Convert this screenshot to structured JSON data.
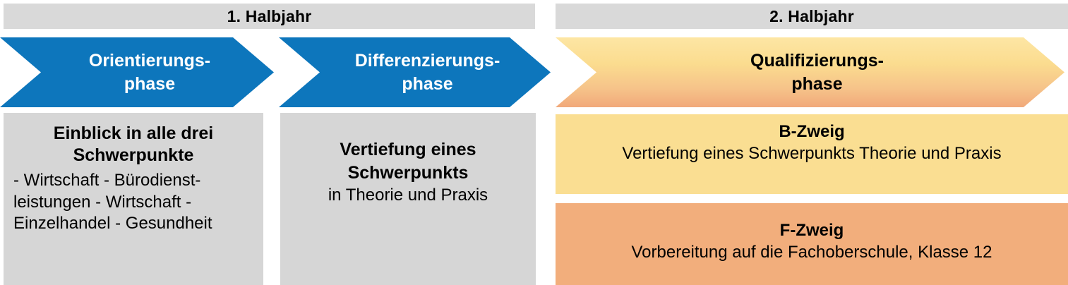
{
  "headers": [
    {
      "id": "halbjahr-1",
      "label": "1. Halbjahr"
    },
    {
      "id": "halbjahr-2",
      "label": "2. Halbjahr"
    }
  ],
  "phases": [
    {
      "id": "orientierungsphase",
      "line1": "Orientierungs-",
      "line2": "phase",
      "color": "#0D76BC",
      "text_color": "#FFFFFF"
    },
    {
      "id": "differenzierungsphase",
      "line1": "Differenzierungs-",
      "line2": "phase",
      "color": "#0D76BC",
      "text_color": "#FFFFFF"
    },
    {
      "id": "qualifizierungsphase",
      "line1": "Qualifizierungs-",
      "line2": "phase",
      "color_top": "#FDE6A4",
      "color_bottom": "#F1A97A",
      "text_color": "#000000"
    }
  ],
  "panels": {
    "left": {
      "title_line1": "Einblick in alle drei",
      "title_line2": "Schwerpunkte",
      "bullet1_line1": "- Wirtschaft - Bürodienst-",
      "bullet1_line2": "leistungen",
      "bullet2": "- Wirtschaft - Einzelhandel",
      "bullet3": "- Gesundheit",
      "background": "#D6D6D6"
    },
    "middle": {
      "bold_line1": "Vertiefung",
      "bold_line2": "eines Schwerpunkts",
      "normal_line1": "in",
      "normal_line2": "Theorie und Praxis",
      "background": "#D6D6D6"
    },
    "b_zweig": {
      "title": "B-Zweig",
      "sub_line1": "Vertiefung eines Schwerpunkts",
      "sub_line2": "Theorie und Praxis",
      "background": "#FADE92"
    },
    "f_zweig": {
      "title": "F-Zweig",
      "sub_line1": "Vorbereitung auf die Fachoberschule, Klasse 12",
      "background": "#F2AE7C"
    }
  }
}
